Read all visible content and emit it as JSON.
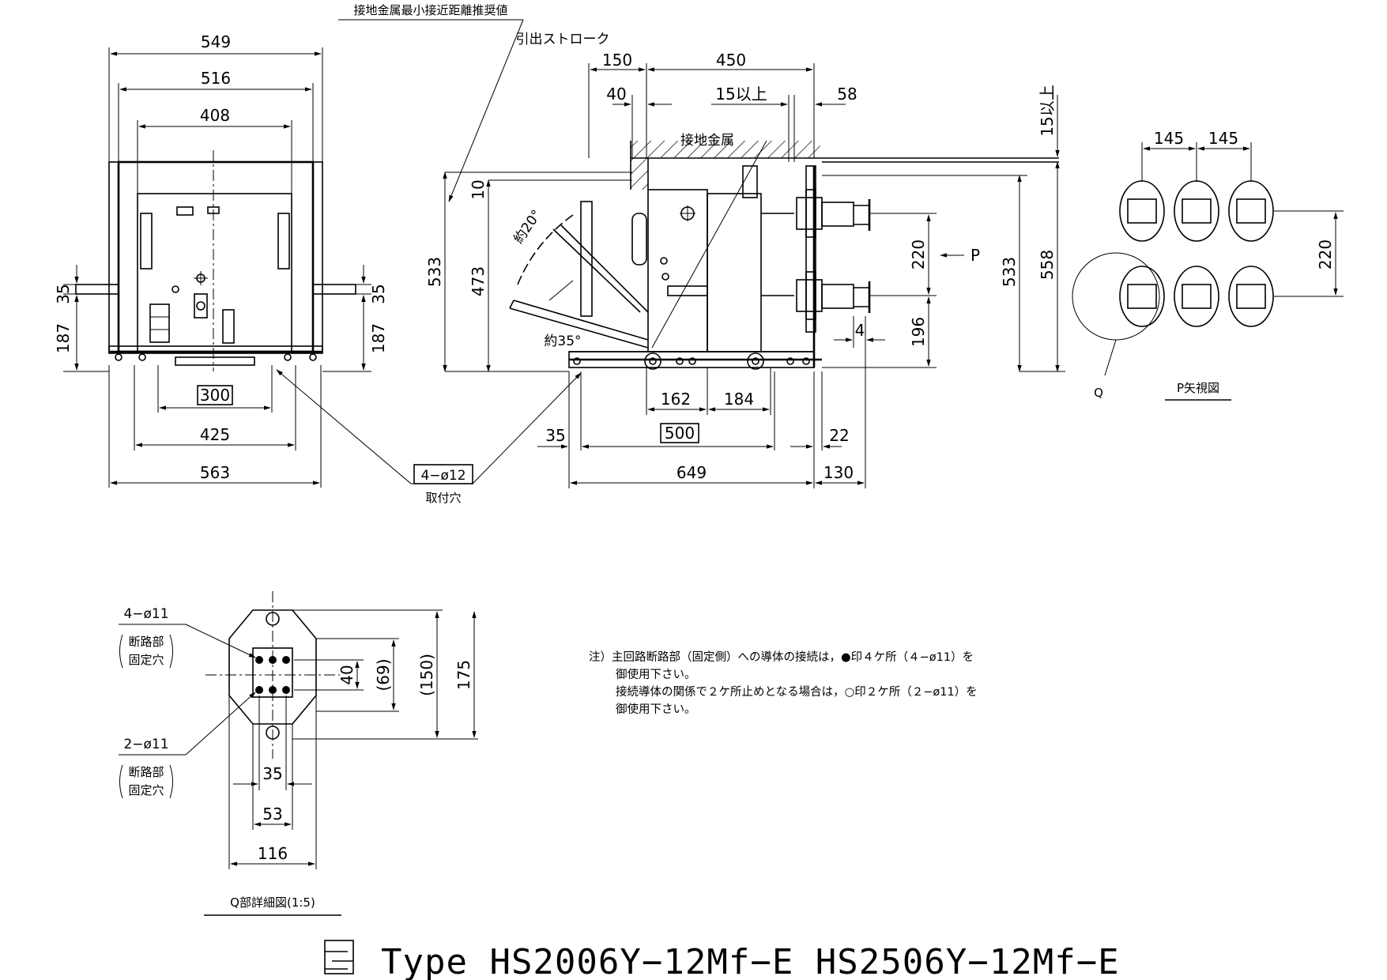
{
  "front_view": {
    "dims": {
      "w549": "549",
      "w516": "516",
      "w408": "408",
      "w563": "563",
      "w425": "425",
      "w300": "300",
      "h35_left": "35",
      "h187_left": "187",
      "h35_right": "35",
      "h187_right": "187"
    },
    "mount_hole_label": "4−ø12",
    "mount_hole_caption": "取付穴",
    "ground_note": "接地金属最小接近距離推奨値"
  },
  "side_view": {
    "withdraw_stroke_label": "引出ストローク",
    "ground_metal_label": "接地金属",
    "dims": {
      "d150": "150",
      "d450": "450",
      "d40": "40",
      "d15min": "15以上",
      "d58": "58",
      "d15min_v": "15以上",
      "d10": "10",
      "d533_left": "533",
      "d473": "473",
      "d220": "220",
      "d196": "196",
      "d533_right": "533",
      "d558": "558",
      "d4": "4",
      "d162": "162",
      "d184": "184",
      "d500": "500",
      "d35": "35",
      "d22": "22",
      "d649": "649",
      "d130": "130"
    },
    "angle20": "約20°",
    "angle35": "約35°",
    "arrow_p": "P"
  },
  "p_view": {
    "dims": {
      "d145a": "145",
      "d145b": "145",
      "d220": "220"
    },
    "q_label": "Q",
    "caption": "P矢視図"
  },
  "q_detail": {
    "label_4phi": "4−ø11",
    "label_4phi_sub1": "断路部",
    "label_4phi_sub2": "固定穴",
    "label_2phi": "2−ø11",
    "label_2phi_sub1": "断路部",
    "label_2phi_sub2": "固定穴",
    "dims": {
      "d40": "40",
      "d69": "(69)",
      "d150": "(150)",
      "d175": "175",
      "d35": "35",
      "d53": "53",
      "d116": "116"
    },
    "caption": "Q部詳細図(1:5)"
  },
  "notes": {
    "line1": "注）主回路断路部（固定側）への導体の接続は，●印４ケ所（４−ø11）を",
    "line2": "御使用下さい。",
    "line3": "接続導体の関係で２ケ所止めとなる場合は，○印２ケ所（２−ø11）を",
    "line4": "御使用下さい。"
  },
  "title": {
    "text": "Type HS2006Y−12Mf−E HS2506Y−12Mf−E",
    "logo_icon": "company-logo-icon"
  }
}
